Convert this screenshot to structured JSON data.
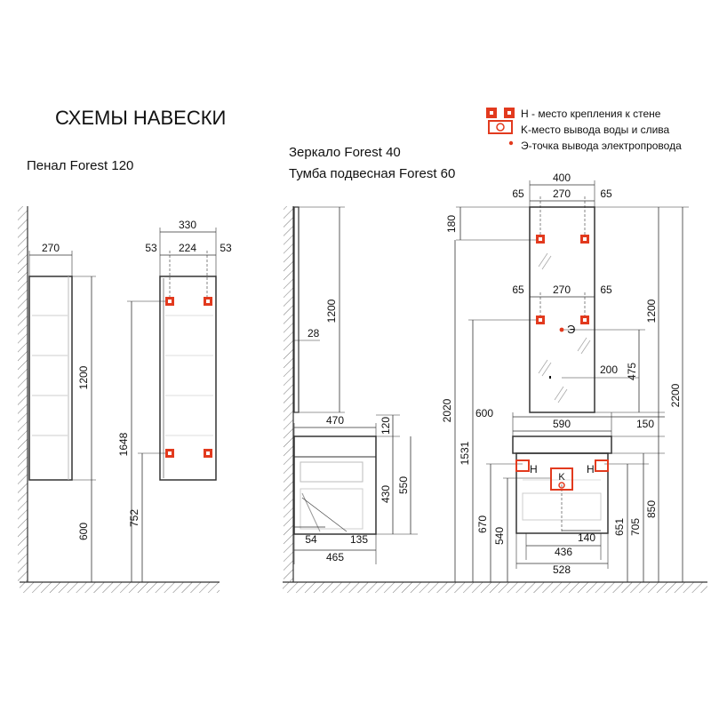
{
  "title": "СХЕМЫ НАВЕСКИ",
  "legend": {
    "h": "H - место крепления к стене",
    "k": "K-место вывода воды и слива",
    "e": "Э-точка вывода электропровода"
  },
  "captions": {
    "penal": "Пенал Forest 120",
    "mirror": "Зеркало Forest 40",
    "cabinet": "Тумба подвесная Forest 60"
  },
  "marks": {
    "h": "H",
    "k": "K",
    "e": "Э"
  },
  "dims": {
    "p_side_width": "270",
    "p_side_height": "1200",
    "p_side_floor": "600",
    "p_front_width": "330",
    "p_front_left": "53",
    "p_front_mid": "224",
    "p_front_right": "53",
    "p_front_top_mount": "1648",
    "p_front_bottom_mount": "752",
    "m_side_height": "1200",
    "m_side_depth": "28",
    "c_side_depth": "470",
    "c_side_top": "120",
    "c_side_body": "430",
    "c_side_total": "550",
    "c_side_a": "54",
    "c_side_b": "135",
    "c_side_bottom": "465",
    "m_front_width": "400",
    "m_front_left": "65",
    "m_front_mid": "270",
    "m_front_right": "65",
    "m_front_left2": "65",
    "m_front_mid2": "270",
    "m_front_right2": "65",
    "m_front_top": "180",
    "m_front_height": "1200",
    "m_front_e_h": "475",
    "m_front_e_w": "200",
    "m_front_total": "2200",
    "m_front_2020": "2020",
    "m_front_1531": "1531",
    "c_front_600": "600",
    "c_front_590": "590",
    "c_front_150": "150",
    "c_front_670": "670",
    "c_front_540": "540",
    "c_front_140": "140",
    "c_front_436": "436",
    "c_front_528": "528",
    "c_front_651": "651",
    "c_front_705": "705",
    "c_front_850": "850"
  }
}
